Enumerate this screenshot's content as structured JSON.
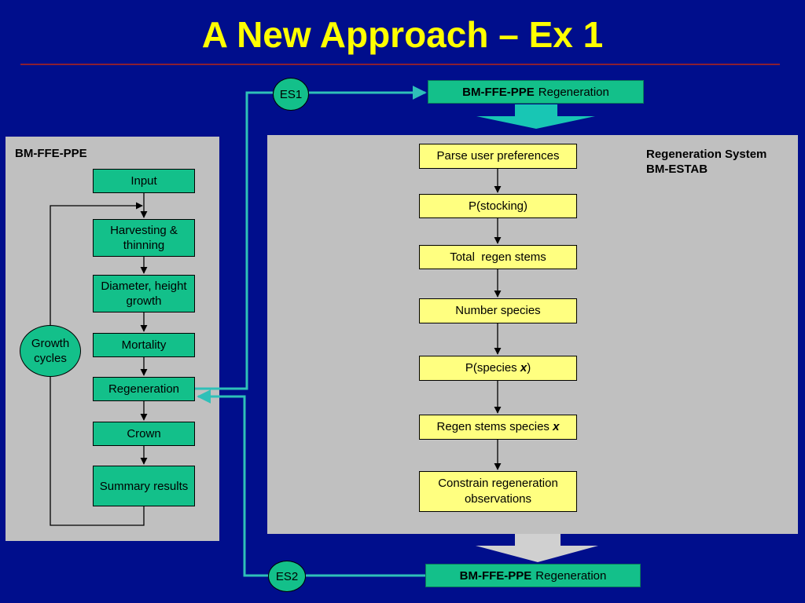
{
  "title": "A New Approach – Ex 1",
  "left_panel": {
    "label": "BM-FFE-PPE",
    "boxes": [
      "Input",
      "Harvesting & thinning",
      "Diameter, height growth",
      "Mortality",
      "Regeneration",
      "Crown",
      "Summary results"
    ],
    "cycle_label": "Growth cycles"
  },
  "right_panel": {
    "label_line1": "Regeneration System",
    "label_line2": "BM-ESTAB",
    "steps": [
      "Parse user preferences",
      "P(stocking)",
      "Total  regen stems",
      "Number species"
    ],
    "step5_prefix": "P(species ",
    "step5_var": "x",
    "step5_suffix": ")",
    "step6_prefix": "Regen stems species ",
    "step6_var": "x",
    "step7": "Constrain regeneration observations"
  },
  "es1": {
    "label": "ES1",
    "bar_bold": "BM-FFE-PPE",
    "bar_text": "Regeneration"
  },
  "es2": {
    "label": "ES2",
    "bar_bold": "BM-FFE-PPE",
    "bar_text": "Regeneration"
  },
  "colors": {
    "background": "#000e8c",
    "title": "#ffff00",
    "panel": "#c0c0c0",
    "green": "#13c08a",
    "yellow": "#ffff80",
    "connector": "#2ec0b8"
  }
}
